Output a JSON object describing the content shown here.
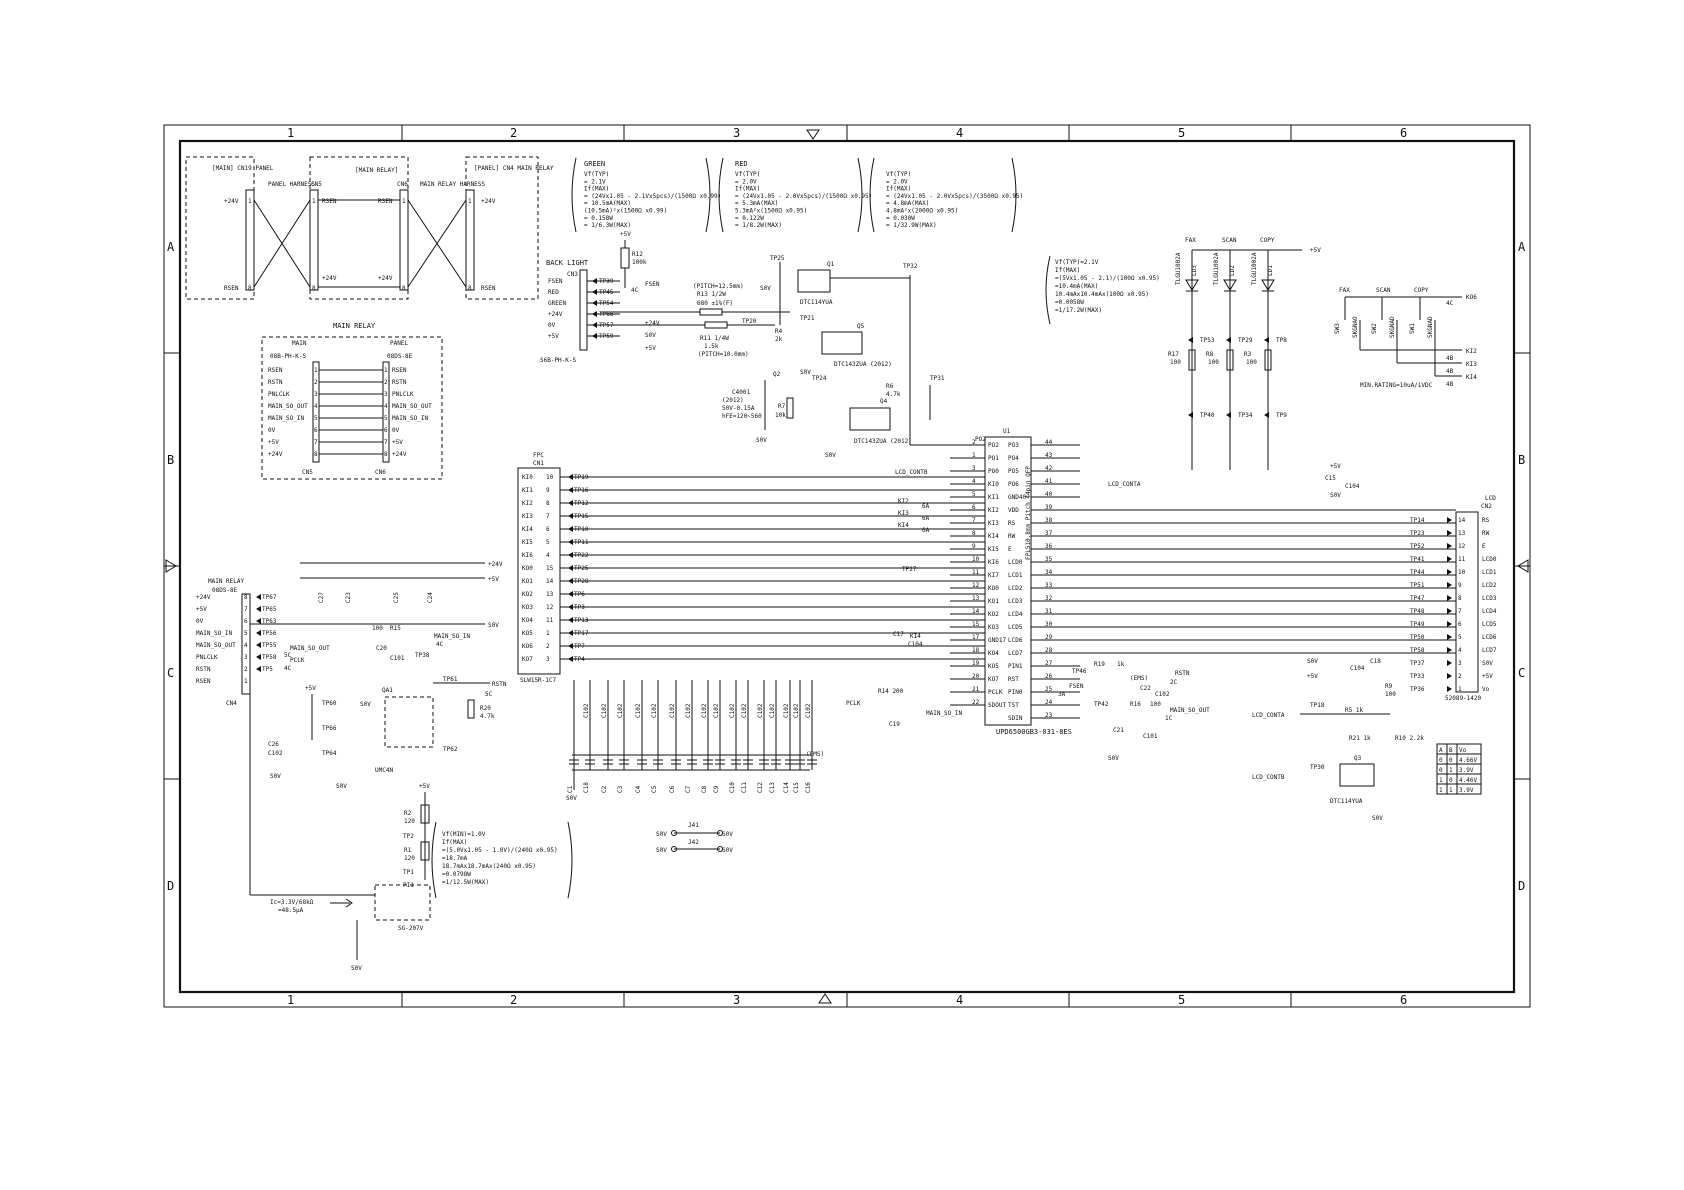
{
  "frame": {
    "columns": [
      "1",
      "2",
      "3",
      "4",
      "5",
      "6"
    ],
    "rows": [
      "A",
      "B",
      "C",
      "D"
    ]
  },
  "top_left": {
    "box1_title": "[MAIN] CN19 PANEL",
    "box1_pins": [
      "1",
      "8"
    ],
    "box1_labels": [
      "+24V",
      "RSEN"
    ],
    "harness_left": "PANEL HARNESS",
    "box2_title": "[MAIN RELAY]",
    "box2_left_cn": "CN5",
    "box2_right_cn": "CN6",
    "box2_labels": [
      "RSEN",
      "RSEN",
      "+24V",
      "+24V"
    ],
    "box2_pins": [
      "1",
      "1",
      "8",
      "8"
    ],
    "harness_right": "MAIN RELAY HARNESS",
    "box3_title": "[PANEL] CN4 MAIN RELAY",
    "box3_pins": [
      "1",
      "8"
    ],
    "box3_labels": [
      "+24V",
      "RSEN"
    ]
  },
  "main_relay_box": {
    "title": "MAIN RELAY",
    "col_main": "MAIN",
    "col_panel": "PANEL",
    "left_part": "08B-PH-K-S",
    "right_part": "08DS-8E",
    "signals_left": [
      "RSEN",
      "RSTN",
      "PNLCLK",
      "MAIN_SO_OUT",
      "MAIN_SO_IN",
      "0V",
      "+5V",
      "+24V"
    ],
    "signals_right": [
      "RSEN",
      "RSTN",
      "PNLCLK",
      "MAIN_SO_OUT",
      "MAIN_SO_IN",
      "0V",
      "+5V",
      "+24V"
    ],
    "pins": [
      "1",
      "2",
      "3",
      "4",
      "5",
      "6",
      "7",
      "8"
    ],
    "cn_left": "CN5",
    "cn_right": "CN6"
  },
  "led_notes": {
    "green_title": "GREEN",
    "green_lines": [
      "Vf(TYP)",
      "= 2.1V",
      "If(MAX)",
      "= (24Vx1.05 - 2.1Vx5pcs)/(1500Ω x0.99)",
      "= 10.5mA(MAX)",
      "(10.5mA)²x(1500Ω x0.99)",
      "= 0.158W",
      "= 1/6.3W(MAX)"
    ],
    "red_title": "RED",
    "red_lines": [
      "Vf(TYP)",
      "= 2.0V",
      "If(MAX)",
      "= (24Vx1.05 - 2.0Vx5pcs)/(1500Ω x0.95)",
      "= 5.3mA(MAX)",
      "5.3mA²x(1500Ω x0.95)",
      "= 0.122W",
      "= 1/8.2W(MAX)"
    ],
    "third_lines": [
      "Vf(TYP)",
      "= 2.0V",
      "If(MAX)",
      "= (24Vx1.05 - 2.0Vx5pcs)/(3500Ω x0.95)",
      "= 4.8mA(MAX)",
      "4.8mA²x(2000Ω x0.95)",
      "= 0.030W",
      "= 1/32.9W(MAX)"
    ]
  },
  "backlight": {
    "title": "BACK LIGHT",
    "cn": "CN3",
    "part": "S6B-PH-K-S",
    "pins": [
      "FSEN",
      "RED",
      "GREEN",
      "+24V",
      "0V",
      "+5V"
    ],
    "tps": [
      "TP39",
      "TP45",
      "TP54",
      "TP66",
      "TP57",
      "TP59"
    ],
    "r12": "R12",
    "r12_val": "100k",
    "supply": "+5V",
    "fsen_label": "FSEN",
    "fsen_pin": "4C",
    "rails": [
      "+24V",
      "S0V",
      "+5V"
    ]
  },
  "backlight_driver": {
    "r13": "R13 1/2W",
    "r13_val": "680 ±1%(F)",
    "pitch1": "(PITCH=12.5mm)",
    "r11": "R11 1/4W",
    "r11_val": "1.5k",
    "pitch2": "(PITCH=10.0mm)",
    "tp25": "TP25",
    "tp20": "TP20",
    "tp21": "TP21",
    "tp32": "TP32",
    "tp24": "TP24",
    "tp31": "TP31",
    "q1": "Q1",
    "q1_part": "DTC114YUA",
    "q5": "Q5",
    "q5_part": "DTC143ZUA (2012)",
    "q2": "Q2",
    "q4": "Q4",
    "q4_part": "DTC143ZUA (2012)",
    "r4": "R4",
    "r4_val": "2k",
    "r6": "R6",
    "r6_val": "4.7k",
    "r7": "R7",
    "r7_val": "10k",
    "c4001": "C4001",
    "c4001_spec": [
      "(2012)",
      "50V-0.15A",
      "hFE=120~560"
    ],
    "s0v": "S0V"
  },
  "indicator_leds": {
    "notes": [
      "Vf(TYP)=2.1V",
      "If(MAX)",
      "=(5Vx1.05 - 2.1)/(100Ω x0.95)",
      "=10.4mA(MAX)",
      "10.4mAx10.4mAx(100Ω x0.95)",
      "=0.0058W",
      "=1/17.2W(MAX)"
    ],
    "labels": [
      "FAX",
      "SCAN",
      "COPY"
    ],
    "leds": [
      "LD3",
      "LD2",
      "LD1"
    ],
    "led_part": "TLGU1002A",
    "supply": "+5V",
    "tps_top": [
      "TP53",
      "TP29",
      "TP8"
    ],
    "tps_bottom": [
      "TP40",
      "TP34",
      "TP9"
    ],
    "resistors": [
      "R17",
      "R8",
      "R3"
    ],
    "res_val": "100"
  },
  "keys": {
    "labels": [
      "FAX",
      "SCAN",
      "COPY"
    ],
    "switches": [
      "SW3",
      "SW2",
      "SW1"
    ],
    "sig": [
      "SKGNAO",
      "SKGNAD",
      "SKGNAD"
    ],
    "ko6": "KO6",
    "ko6_pin": "4C",
    "outs": [
      "KI2",
      "KI3",
      "KI4"
    ],
    "out_pins": [
      "4B",
      "4B",
      "4B"
    ],
    "rating": "MIN.RATING=10uA/1VDC"
  },
  "fpc": {
    "title": "FPC",
    "cn": "CN1",
    "part": "SLW15R-1C7",
    "signals": [
      "KI0",
      "KI1",
      "KI2",
      "KI3",
      "KI4",
      "KI5",
      "KI6",
      "KO0",
      "KO1",
      "KO2",
      "KO3",
      "KO4",
      "KO5",
      "KO6",
      "KO7"
    ],
    "pins": [
      "10",
      "9",
      "8",
      "7",
      "6",
      "5",
      "4",
      "15",
      "14",
      "13",
      "12",
      "11",
      "1",
      "2",
      "3"
    ],
    "tps": [
      "TP19",
      "TP16",
      "TP12",
      "TP15",
      "TP10",
      "TP11",
      "TP22",
      "TP25",
      "TP28",
      "TP6",
      "TP3",
      "TP13",
      "TP17",
      "TP7",
      "TP4"
    ]
  },
  "caps": {
    "labels": [
      "C1",
      "C18",
      "C2",
      "C3",
      "C4",
      "C5",
      "C6",
      "C7",
      "C8",
      "C9",
      "C10",
      "C11",
      "C12",
      "C13",
      "C14",
      "C15",
      "C16"
    ],
    "val": "C102",
    "note": "(EMS)",
    "gnd": "S0V"
  },
  "mcu": {
    "ref": "U1",
    "part": "UPD6500GB3-031-8ES",
    "package": "FPL510.8mm Pitch 44pin QFP",
    "left_pins": [
      "PO2",
      "PO1",
      "PO0",
      "KI0",
      "KI1",
      "KI2",
      "KI3",
      "KI4",
      "KI5",
      "KI6",
      "KI7",
      "KO0",
      "KO1",
      "KO2",
      "KO3",
      "GND17",
      "KO4",
      "KO5",
      "KO7",
      "PCLK",
      "SDOUT"
    ],
    "left_nums": [
      "2",
      "1",
      "3",
      "4",
      "5",
      "6",
      "7",
      "8",
      "9",
      "10",
      "11",
      "12",
      "13",
      "14",
      "15",
      "17",
      "18",
      "19",
      "20",
      "21",
      "22"
    ],
    "right_pins": [
      "PO3",
      "PO4",
      "PO5",
      "PO6",
      "GND40",
      "VDD",
      "RS",
      "RW",
      "E",
      "LCD0",
      "LCD1",
      "LCD2",
      "LCD3",
      "LCD4",
      "LCD5",
      "LCD6",
      "LCD7",
      "PIN1",
      "RST",
      "PIN0",
      "TST",
      "SDIN"
    ],
    "right_nums": [
      "44",
      "43",
      "42",
      "41",
      "40",
      "39",
      "38",
      "37",
      "36",
      "35",
      "34",
      "33",
      "32",
      "31",
      "30",
      "29",
      "28",
      "27",
      "26",
      "25",
      "24",
      "23"
    ],
    "lcd_conta": "LCD_CONTA",
    "lcd_contb": "LCD_CONTB",
    "main_so_in": "MAIN_SO_IN",
    "main_so_out": "MAIN_SO_OUT",
    "pclk": "PCLK",
    "r14": "R14 200",
    "c19": "C19",
    "c17": "C17",
    "c104": "C104",
    "c15": "C15",
    "tp27": "TP27",
    "ki_extra": [
      "KI2",
      "KI3",
      "KI4"
    ],
    "ki_pins": [
      "6A",
      "6A",
      "6A"
    ]
  },
  "lcd": {
    "title": "LCD",
    "cn": "CN2",
    "part": "52089-1420",
    "signals": [
      "RS",
      "RW",
      "E",
      "LCD0",
      "LCD1",
      "LCD2",
      "LCD3",
      "LCD4",
      "LCD5",
      "LCD6",
      "LCD7",
      "S0V",
      "+5V",
      "Vo"
    ],
    "pins": [
      "14",
      "13",
      "12",
      "11",
      "10",
      "9",
      "8",
      "7",
      "6",
      "5",
      "4",
      "3",
      "2",
      "1"
    ],
    "tps": [
      "TP14",
      "TP23",
      "TP52",
      "TP41",
      "TP44",
      "TP51",
      "TP47",
      "TP48",
      "TP49",
      "TP50",
      "TP58",
      "TP37",
      "TP33",
      "TP36"
    ],
    "r9": "R9",
    "r9_val": "100",
    "c18": "C18",
    "c18_val": "C104"
  },
  "contrast": {
    "lcd_conta": "LCD_CONTA",
    "lcd_contb": "LCD_CONTB",
    "tp18": "TP18",
    "tp30": "TP30",
    "r5": "R5 1k",
    "r21": "R21 1k",
    "r10": "R10 2.2k",
    "q3": "Q3",
    "q3_part": "DTC114YUA",
    "table_head": [
      "A",
      "B",
      "Vo"
    ],
    "table_rows": [
      [
        "0",
        "0",
        "4.66V"
      ],
      [
        "0",
        "1",
        "3.9V"
      ],
      [
        "1",
        "0",
        "4.46V"
      ],
      [
        "1",
        "1",
        "3.9V"
      ]
    ]
  },
  "main_relay_cn4": {
    "title": "MAIN RELAY",
    "part": "08DS-8E",
    "cn": "CN4",
    "signals": [
      "+24V",
      "+5V",
      "0V",
      "MAIN_SO_IN",
      "MAIN_SO_OUT",
      "PNLCLK",
      "RSTN",
      "RSEN"
    ],
    "pins": [
      "8",
      "7",
      "6",
      "5",
      "4",
      "3",
      "2",
      "1"
    ],
    "tps": [
      "TP67",
      "TP65",
      "TP63",
      "TP56",
      "TP55",
      "TP58",
      "TP5"
    ],
    "rails": [
      "+24V",
      "+5V",
      "S0V"
    ],
    "caps": [
      "C27",
      "C23",
      "C25",
      "C24"
    ],
    "r15": "R15",
    "r15_val": "100",
    "c20": "C20",
    "c101": "C101",
    "tp38": "TP38",
    "sigs": [
      "MAIN_SO_IN",
      "MAIN_SO_OUT",
      "PCLK"
    ],
    "sig_pins": [
      "4C",
      "5C",
      "4C"
    ]
  },
  "reset": {
    "qa1": "QA1",
    "part": "UMC4N",
    "tps": [
      "TP60",
      "TP66",
      "TP64",
      "TP61",
      "TP62"
    ],
    "r20": "R20",
    "r20_val": "4.7k",
    "rstn": "RSTN",
    "rstn_pin": "5C",
    "c26": "C26",
    "c26_val": "C102",
    "supply": "+5V",
    "gnd": "S0V"
  },
  "sensor": {
    "note": [
      "Vf(MIN)=1.0V",
      "If(MAX)",
      "=(5.0Vx1.05 - 1.0V)/(240Ω x0.95)",
      "=18.7mA",
      "18.7mAx18.7mAx(240Ω x0.95)",
      "=0.0798W",
      "=1/12.5W(MAX)"
    ],
    "r2": "R2",
    "r2_val": "120",
    "r1": "R1",
    "r1_val": "120",
    "tps": [
      "TP2",
      "TP1"
    ],
    "pi1": "PI1",
    "part": "SG-207V",
    "ic": "Ic=3.3V/68kΩ",
    "ic2": "=48.5μA",
    "supply": "+5V",
    "gnd": "S0V"
  },
  "jumpers": {
    "j1": "J41",
    "j2": "J42",
    "s0v": "S0V"
  },
  "bottom_right": {
    "r19": "R19",
    "r19_val": "1k",
    "r16": "R16",
    "r16_val": "100",
    "c22": "C22",
    "c21": "C21",
    "c102": "C102",
    "c101": "C101",
    "tps": [
      "TP46",
      "TP42"
    ],
    "fsen": "FSEN",
    "fsen_pin": "3A",
    "rstn": "RSTN",
    "rstn_pin": "2C",
    "main_so_out": "MAIN_SO_OUT",
    "mso_pin": "1C",
    "ems": "(EMS)"
  }
}
